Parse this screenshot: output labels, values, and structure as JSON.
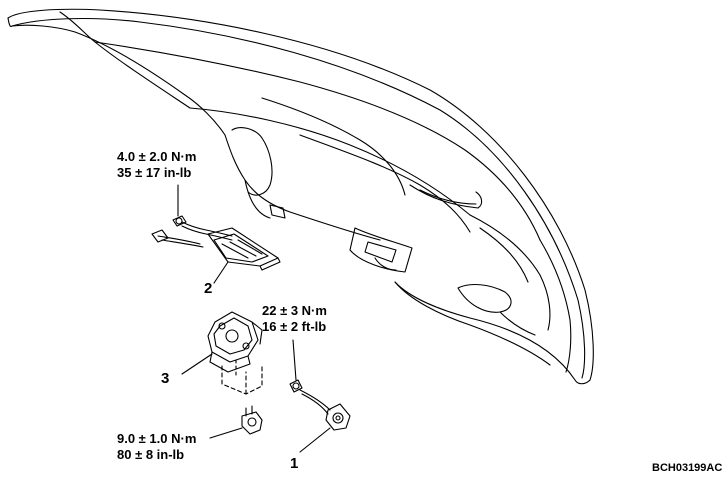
{
  "diagram": {
    "callouts": [
      {
        "id": "1",
        "number": "1",
        "torque": [
          "",
          ""
        ]
      },
      {
        "id": "2",
        "number": "2"
      },
      {
        "id": "3",
        "number": "3"
      }
    ],
    "torque_specs": [
      {
        "line1": "4.0 ± 2.0 N·m",
        "line2": "35 ± 17 in-lb"
      },
      {
        "line1": "22 ± 3 N·m",
        "line2": "16 ± 2 ft-lb"
      },
      {
        "line1": "9.0 ± 1.0 N·m",
        "line2": "80 ± 8 in-lb"
      }
    ],
    "figure_code": "BCH03199AC"
  }
}
